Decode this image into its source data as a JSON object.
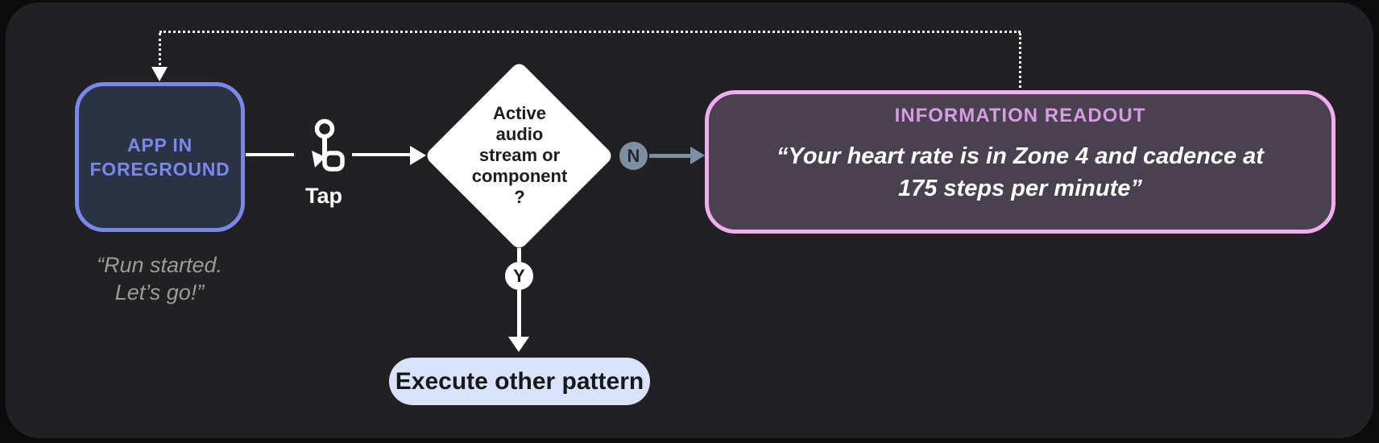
{
  "diagram": {
    "type": "flowchart",
    "description": "Wear OS tap interaction flow: app in foreground, tap gesture, decision on active audio stream, leading to information readout or other pattern"
  },
  "colors": {
    "panel_bg": "#212124",
    "app_accent": "#7a88ec",
    "app_fill": "#2b3244",
    "quote_gray": "#9b9b9b",
    "branch_slate": "#7c90a2",
    "diamond_fill": "#ffffff",
    "readout_border": "#f2acf2",
    "readout_fill": "#494050",
    "readout_title": "#d79ce2",
    "pill_bg": "#d9e3fb",
    "pill_text": "#17181a"
  },
  "icons": {
    "tap": "tap-gesture-icon"
  },
  "flow": {
    "app_node": {
      "line1": "APP IN",
      "line2": "FOREGROUND"
    },
    "app_quote": {
      "line1": "“Run started.",
      "line2": "Let’s go!”"
    },
    "tap_label": "Tap",
    "decision": {
      "lines": [
        "Active",
        "audio",
        "stream or",
        "component",
        "?"
      ]
    },
    "branch_no": "N",
    "branch_yes": "Y",
    "readout": {
      "title": "INFORMATION READOUT",
      "line1": "“Your heart rate is in Zone 4 and cadence at",
      "line2": "175 steps per minute”"
    },
    "execute_pill": "Execute other pattern"
  }
}
